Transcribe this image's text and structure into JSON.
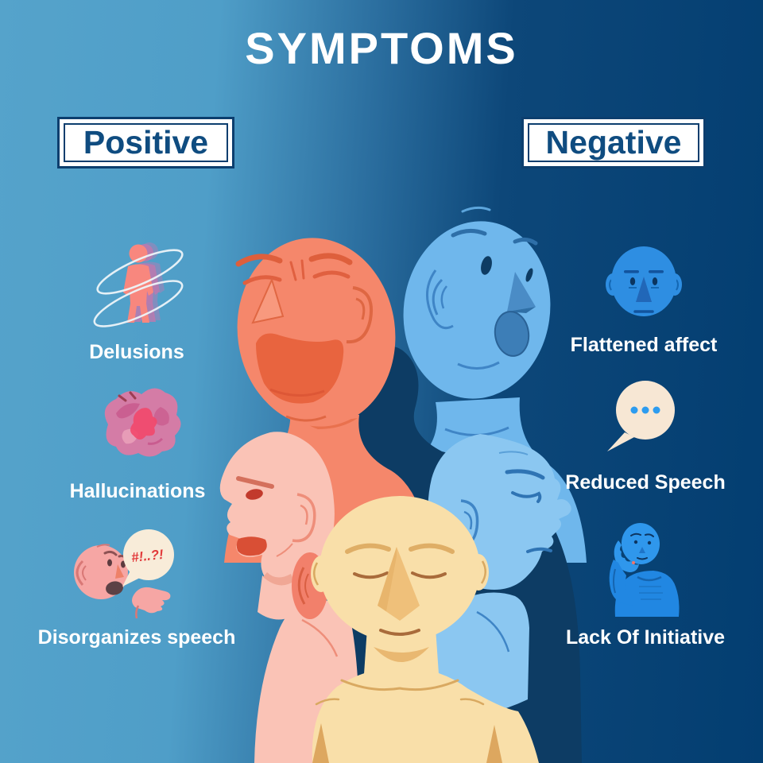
{
  "title": "SYMPTOMS",
  "columns": {
    "positive": {
      "heading": "Positive",
      "items": [
        {
          "icon": "delusions-icon",
          "label": "Delusions"
        },
        {
          "icon": "hallucinations-icon",
          "label": "Hallucinations"
        },
        {
          "icon": "disorganized-speech-icon",
          "label": "Disorganizes speech"
        }
      ]
    },
    "negative": {
      "heading": "Negative",
      "items": [
        {
          "icon": "flattened-affect-icon",
          "label": "Flattened affect"
        },
        {
          "icon": "reduced-speech-icon",
          "label": "Reduced Speech"
        },
        {
          "icon": "lack-of-initiative-icon",
          "label": "Lack Of Initiative"
        }
      ]
    }
  },
  "illustration": {
    "speech_bubble_text": "#!..?!",
    "figures": [
      "shocked-blue-figure",
      "dark-silhouette-figure",
      "angry-orange-figure",
      "angry-pink-profile-figure",
      "sad-blue-profile-figure",
      "sad-cream-figure"
    ]
  },
  "palette": {
    "background_left": "#52A1CA",
    "background_right": "#023D70",
    "title_color": "#FFFFFF",
    "heading_box_bg": "#FFFFFF",
    "heading_border": "#0C3E6E",
    "heading_text": "#0F4C80",
    "label_text": "#FFFFFF",
    "orange_figure": "#F5876B",
    "pink_figure": "#FAC3B6",
    "cream_figure": "#F9DFA9",
    "sky_blue_figure": "#6FB7EC",
    "light_blue_figure": "#8BC7F1",
    "dark_silhouette": "#0D3C64",
    "icon_blue": "#2E8EE2",
    "icon_pink": "#F6A6A4",
    "icon_magenta": "#DB7AA4",
    "bubble_cream": "#F7E7D4",
    "bubble_text_red": "#E23B3C"
  }
}
